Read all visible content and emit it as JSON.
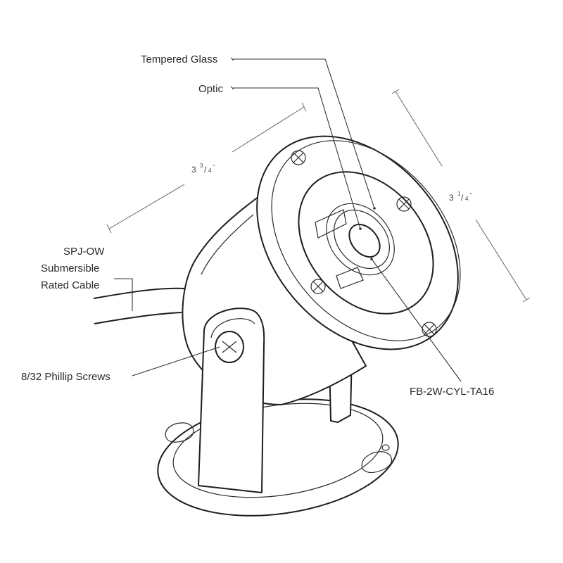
{
  "labels": {
    "tempered_glass": "Tempered Glass",
    "optic": "Optic",
    "cable_line1": "SPJ-OW",
    "cable_line2": "Submersible",
    "cable_line3": "Rated Cable",
    "screws": "8/32 Phillip Screws",
    "model": "FB-2W-CYL-TA16"
  },
  "dimensions": {
    "length_whole": "3",
    "length_num": "3",
    "length_den": "4",
    "length_unit": "\"",
    "diameter_whole": "3",
    "diameter_num": "1",
    "diameter_den": "4",
    "diameter_unit": "\""
  }
}
